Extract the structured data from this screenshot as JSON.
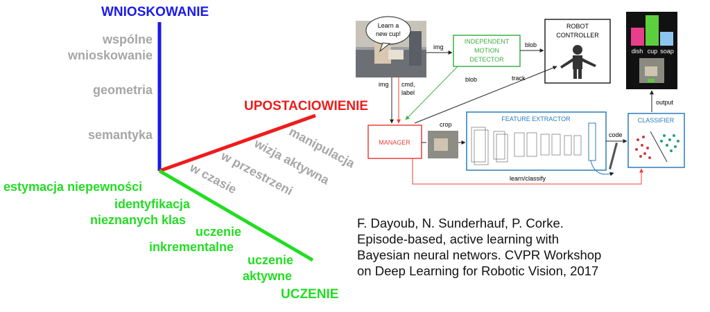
{
  "colors": {
    "axis_blue": "#1a1aee",
    "axis_red": "#ee1c1c",
    "axis_green": "#22dd22",
    "label_gray": "#a6a6a6",
    "box_green": "#3cb043",
    "box_blue": "#2a7ab9",
    "box_red": "#e8413a"
  },
  "axes": {
    "wnioskowanie": {
      "title": "WNIOSKOWANIE",
      "items": [
        "wspólne",
        "wnioskowanie",
        "geometria",
        "semantyka"
      ]
    },
    "upostaciowienie": {
      "title": "UPOSTACIOWIENIE",
      "items": [
        "manipulacja",
        "wizja aktywna",
        "w przestrzeni",
        "w czasie"
      ]
    },
    "uczenie": {
      "title": "UCZENIE",
      "items": [
        "estymacja niepewności",
        "identyfikacja",
        "nieznanych klas",
        "uczenie",
        "inkrementalne",
        "uczenie",
        "aktywne"
      ]
    }
  },
  "figure": {
    "speech_bubble": [
      "Learn a",
      "new cup!"
    ],
    "imd_box": [
      "INDEPENDENT",
      "MOTION",
      "DETECTOR"
    ],
    "robot_controller": [
      "ROBOT",
      "CONTROLLER"
    ],
    "manager": "MANAGER",
    "feature_extractor": "FEATURE EXTRACTOR",
    "classifier": "CLASSIFIER",
    "bars": [
      "dish",
      "cup",
      "soap"
    ],
    "arrow_labels": {
      "img1": "img",
      "blob1": "blob",
      "blob2": "blob",
      "track": "track",
      "img2": "img",
      "cmd1": "cmd,",
      "cmd2": "label",
      "crop": "crop",
      "code": "code",
      "output": "output",
      "learn": "learn/classify"
    }
  },
  "citation": [
    "F. Dayoub, N. Sunderhauf, P. Corke.",
    "Episode-based, active learning with",
    "Bayesian neural networs. CVPR Workshop",
    "on Deep Learning for Robotic Vision, 2017"
  ]
}
